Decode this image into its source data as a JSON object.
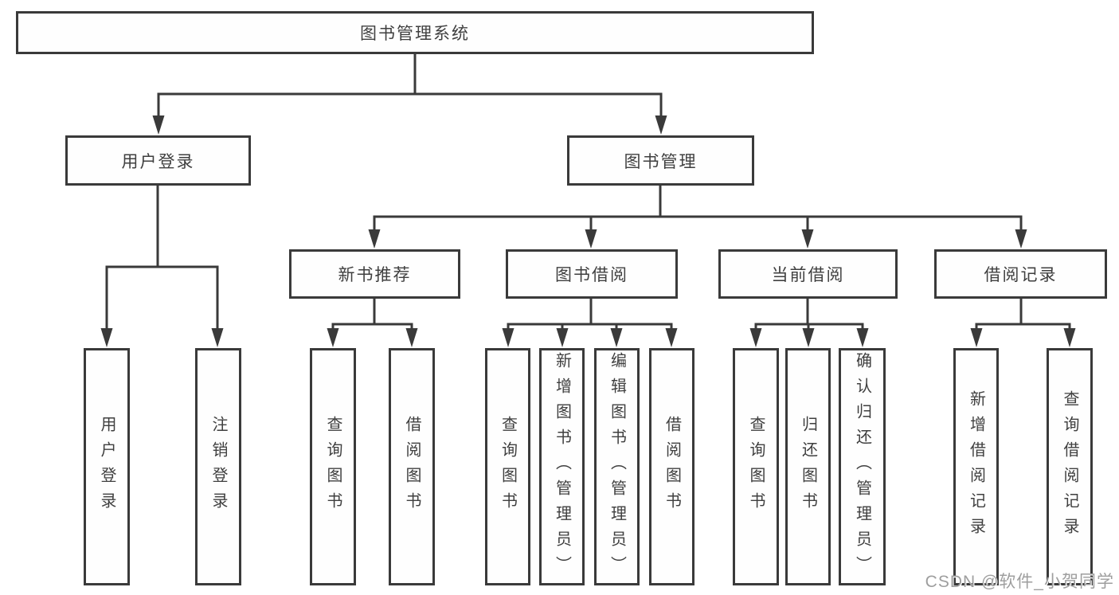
{
  "diagram": {
    "root": "图书管理系统",
    "level2": {
      "login": "用户登录",
      "management": "图书管理"
    },
    "level3": [
      "新书推荐",
      "图书借阅",
      "当前借阅",
      "借阅记录"
    ],
    "leaves": {
      "login": [
        "用户登录",
        "注销登录"
      ],
      "recommend": [
        "查询图书",
        "借阅图书"
      ],
      "borrow": [
        "查询图书",
        "新增图书（管理员）",
        "编辑图书（管理员）",
        "借阅图书"
      ],
      "current": [
        "查询图书",
        "归还图书",
        "确认归还（管理员）"
      ],
      "records": [
        "新增借阅记录",
        "查询借阅记录"
      ]
    }
  },
  "watermark": {
    "text": "CSDN @软件_小贺同学"
  },
  "colors": {
    "stroke": "#3a3a3a",
    "text": "#3f3f3f",
    "watermark_text": "#9e9e9e",
    "background": "#ffffff"
  }
}
